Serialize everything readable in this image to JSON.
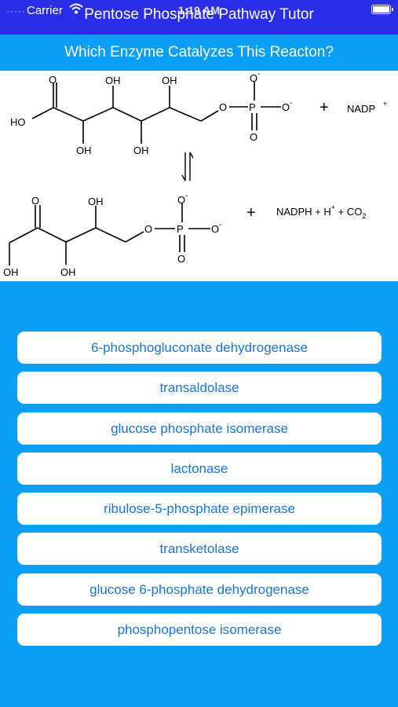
{
  "status_bar": {
    "carrier": "Carrier",
    "time": "1:19 AM"
  },
  "nav": {
    "title": "Pentose Phosphate Pathway Tutor"
  },
  "question": "Which Enzyme Catalyzes This Reacton?",
  "reaction": {
    "top_labels": {
      "o_carbonyl": "O",
      "oh1": "OH",
      "oh2": "OH",
      "ho": "HO",
      "oh3": "OH",
      "oh4": "OH",
      "o_phos1": "O",
      "p": "P",
      "o_minus_top": "O",
      "o_minus_right": "O",
      "o_bottom": "O",
      "minus": "-",
      "plus": "+",
      "nadp": "NADP",
      "nadp_charge": "+"
    },
    "bottom_labels": {
      "o_carbonyl": "O",
      "oh1": "OH",
      "oh_left": "OH",
      "oh2": "OH",
      "o_phos1": "O",
      "p": "P",
      "o_minus_top": "O",
      "o_minus_right": "O",
      "o_bottom": "O",
      "minus": "-",
      "plus": "+",
      "nadph": "NADPH + H",
      "h_charge": "+",
      "co2": " + CO",
      "co2_sub": "2"
    }
  },
  "answers": [
    "6-phosphogluconate dehydrogenase",
    "transaldolase",
    "glucose phosphate isomerase",
    "lactonase",
    "ribulose-5-phosphate epimerase",
    "transketolase",
    "glucose 6-phosphate dehydrogenase",
    "phosphopentose isomerase"
  ],
  "colors": {
    "nav_bg": "#2a2ee6",
    "page_bg": "#0a9ff5",
    "button_text": "#1a74d6",
    "button_bg": "#ffffff"
  }
}
